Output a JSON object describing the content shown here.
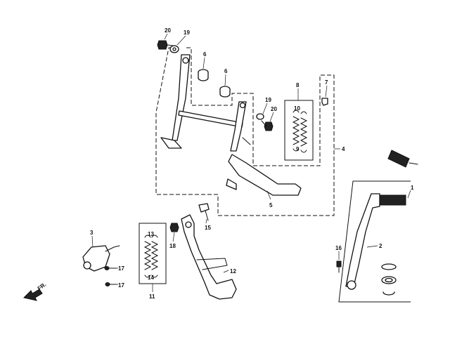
{
  "direction_label": "FR.",
  "callouts": [
    {
      "id": "c1",
      "label": "1"
    },
    {
      "id": "c2",
      "label": "2"
    },
    {
      "id": "c3",
      "label": "3"
    },
    {
      "id": "c4",
      "label": "4"
    },
    {
      "id": "c5",
      "label": "5"
    },
    {
      "id": "c6a",
      "label": "6"
    },
    {
      "id": "c6b",
      "label": "6"
    },
    {
      "id": "c7",
      "label": "7"
    },
    {
      "id": "c8",
      "label": "8"
    },
    {
      "id": "c9",
      "label": "9"
    },
    {
      "id": "c10",
      "label": "10"
    },
    {
      "id": "c11",
      "label": "11"
    },
    {
      "id": "c12",
      "label": "12"
    },
    {
      "id": "c13",
      "label": "13"
    },
    {
      "id": "c14",
      "label": "14"
    },
    {
      "id": "c15",
      "label": "15"
    },
    {
      "id": "c16",
      "label": "16"
    },
    {
      "id": "c17a",
      "label": "17"
    },
    {
      "id": "c17b",
      "label": "17"
    },
    {
      "id": "c18",
      "label": "18"
    },
    {
      "id": "c19a",
      "label": "19"
    },
    {
      "id": "c19b",
      "label": "19"
    },
    {
      "id": "c20a",
      "label": "20"
    },
    {
      "id": "c20b",
      "label": "20"
    }
  ]
}
